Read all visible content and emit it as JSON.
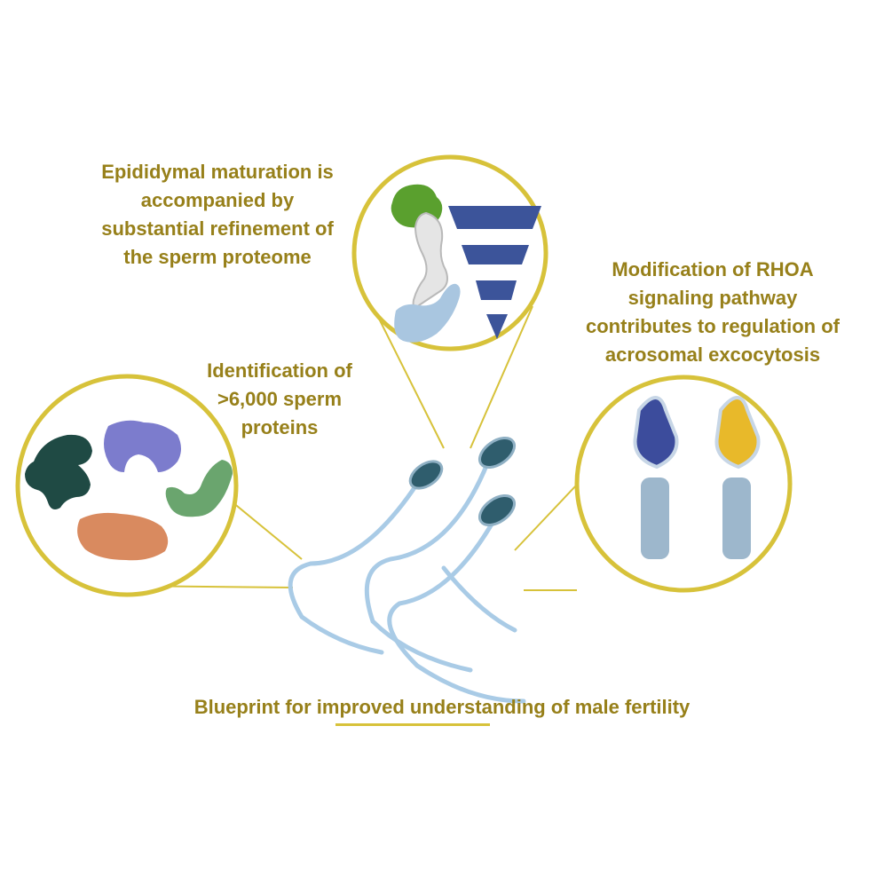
{
  "colors": {
    "text_gold": "#97801a",
    "ring_gold": "#d7c23a",
    "funnel_blue": "#3c549a",
    "sperm_light": "#a9cbe6",
    "sperm_head": "#2f5d6d",
    "acrosome_blue": "#3c4c9c",
    "acrosome_yellow": "#e8b92a",
    "midpiece": "#9db7cc",
    "protein_dark": "#1f4a44",
    "protein_purple": "#7c7ccd",
    "protein_green": "#6aa56e",
    "protein_orange": "#d98a5f",
    "epididymis_green": "#5aa02e",
    "epididymis_blue": "#a9c6e0"
  },
  "labels": {
    "maturation": [
      "Epididymal maturation is",
      "accompanied by",
      "substantial refinement of",
      "the sperm proteome"
    ],
    "identification": [
      "Identification of",
      ">6,000 sperm",
      "proteins"
    ],
    "rhoa": [
      "Modification of RHOA",
      "signaling pathway",
      "contributes to regulation of",
      "acrosomal excocytosis"
    ],
    "blueprint": "Blueprint for improved understanding of male fertility"
  },
  "icons": {
    "left_circle": "protein-structures-icon",
    "center_circle": "epididymis-funnel-icon",
    "right_circle": "acrosome-sperm-icon",
    "center_figure": "sperm-cells-icon"
  }
}
